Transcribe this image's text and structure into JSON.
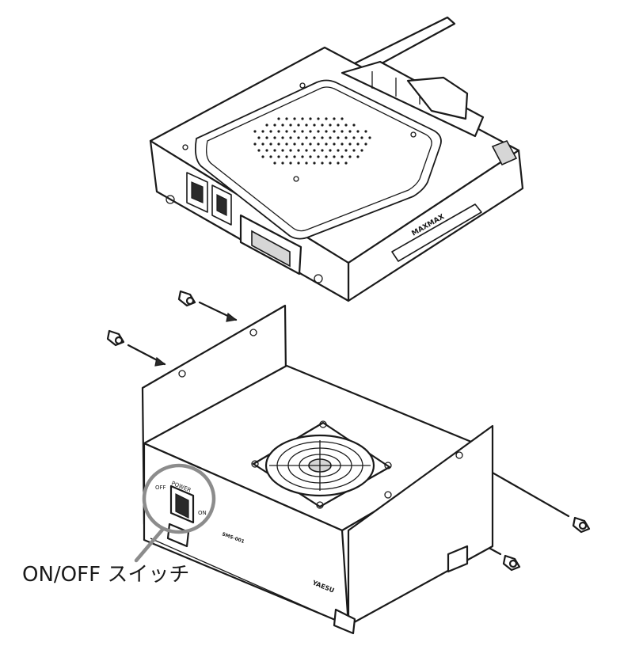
{
  "callout": {
    "label": "ON/OFF スイッチ"
  },
  "radio": {
    "brand_mark": "MAXMAX"
  },
  "fan_stand": {
    "power_label": "POWER",
    "off_label": "OFF",
    "on_label": "ON",
    "model_label": "SMS-001",
    "maker_label": "YAESU"
  },
  "colors": {
    "line": "#1a1a1a",
    "callout": "#8c8c8c",
    "background": "#ffffff"
  }
}
